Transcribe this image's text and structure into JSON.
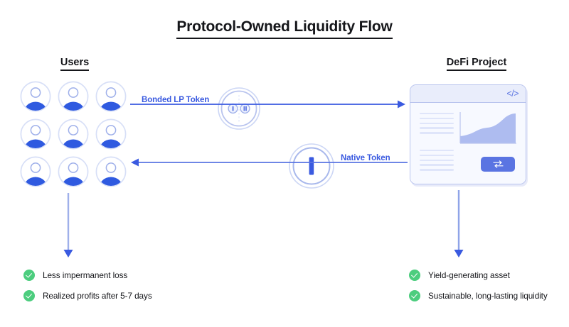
{
  "title": "Protocol-Owned Liquidity Flow",
  "theme": {
    "background": "#ffffff",
    "text": "#15161a",
    "accent_blue": "#3a5ae0",
    "icon_blue": "#2f5ae0",
    "light_blue": "#b9c4ee",
    "pale_blue": "#e9edfb",
    "chart_fill": "#aebcf0",
    "button_blue": "#5a74e2",
    "check_green": "#4ccd7e"
  },
  "columns": {
    "users": {
      "heading": "Users",
      "avatar_count": 9,
      "avatar_icon": "user-avatar-icon"
    },
    "defi": {
      "heading": "DeFi Project"
    }
  },
  "defi_window": {
    "code_icon": "</>",
    "code_icon_name": "code-icon",
    "swap_icon": "swap-arrows-icon",
    "text_line_count_top": 5,
    "text_line_count_bottom": 5,
    "chart_name": "growth-area-chart"
  },
  "flows": [
    {
      "id": "bonded-lp-token",
      "label": "Bonded LP Token",
      "direction": "users-to-defi",
      "icon": "lp-token-pair-icon"
    },
    {
      "id": "native-token",
      "label": "Native Token",
      "direction": "defi-to-users",
      "icon": "native-token-icon"
    }
  ],
  "benefits": {
    "users": [
      {
        "icon": "check-circle-icon",
        "text": "Less impermanent loss"
      },
      {
        "icon": "check-circle-icon",
        "text": "Realized profits after 5-7 days"
      }
    ],
    "defi": [
      {
        "icon": "check-circle-icon",
        "text": "Yield-generating asset"
      },
      {
        "icon": "check-circle-icon",
        "text": "Sustainable, long-lasting liquidity"
      }
    ]
  }
}
